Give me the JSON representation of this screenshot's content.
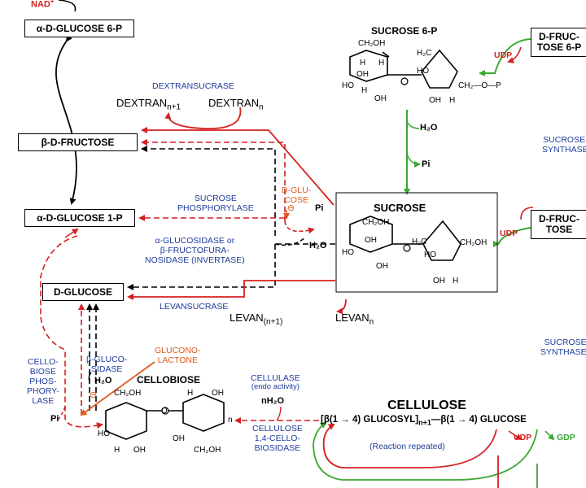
{
  "boxes": {
    "glucose6p": "α-D-GLUCOSE 6-P",
    "fructose": "β-D-FRUCTOSE",
    "glucose1p": "α-D-GLUCOSE 1-P",
    "dglucose": "D-GLUCOSE",
    "fructose6p_l1": "D-FRUC-",
    "fructose6p_l2": "TOSE 6-P",
    "fructose_l1": "D-FRUC-",
    "fructose_l2": "TOSE"
  },
  "molecules": {
    "sucrose6p": "SUCROSE 6-P",
    "sucrose": "SUCROSE",
    "cellobiose": "CELLOBIOSE",
    "cellulose": "CELLULOSE",
    "dextran_n1": "DEXTRAN",
    "dextran_n1_sub": "n+1",
    "dextran_n": "DEXTRAN",
    "dextran_n_sub": "n",
    "levan_n1": "LEVAN",
    "levan_n1_sub": "(n+1)",
    "levan_n": "LEVAN",
    "levan_n_sub": "n",
    "cellulose_formula": "[β(1 → 4) GLUCOSYL]",
    "cellulose_formula_sub": "n+1",
    "cellulose_formula_tail": "—β(1 → 4) GLUCOSE",
    "subscript_n": "n"
  },
  "enzymes": {
    "dextransucrase": "DEXTRANSUCRASE",
    "sucrose_phosphorylase_l1": "SUCROSE",
    "sucrose_phosphorylase_l2": "PHOSPHORYLASE",
    "invertase_l1": "α-GLUCOSIDASE or",
    "invertase_l2": "β-FRUCTOFURA-",
    "invertase_l3": "NOSIDASE (INVERTASE)",
    "levansucrase": "LEVANSUCRASE",
    "cellobiose_phosphorylase_l1": "CELLO-",
    "cellobiose_phosphorylase_l2": "BIOSE",
    "cellobiose_phosphorylase_l3": "PHOS-",
    "cellobiose_phosphorylase_l4": "PHORY-",
    "cellobiose_phosphorylase_l5": "LASE",
    "glucosidase_l1": "β-GLUCO-",
    "glucosidase_l2": "SIDASE",
    "cellulase_l1": "CELLULASE",
    "cellulase_l2": "(endo activity)",
    "biosidase_l1": "CELLULOSE",
    "biosidase_l2": "1,4-CELLO-",
    "biosidase_l3": "BIOSIDASE",
    "sucrose_synthase_top_l1": "SUCROSE-",
    "sucrose_synthase_top_l2": "SYNTHASE",
    "sucrose_synthase_mid_l1": "SUCROSE",
    "sucrose_synthase_mid_l2": "SYNTHASE",
    "reaction_repeated": "(Reaction repeated)"
  },
  "inhibitors": {
    "glucose_l1": "D-GLU-",
    "glucose_l2": "COSE",
    "gluconolactone_l1": "GLUCONO-",
    "gluconolactone_l2": "LACTONE",
    "minus": "⊖"
  },
  "cofactors": {
    "nad": "NAD",
    "nad_sup": "+",
    "h2o_sucrose6p": "H₂O",
    "pi_sucrose6p": "Pi",
    "pi_phosphorylase": "Pi",
    "h2o_invertase": "H₂O",
    "h2o_glucosidase": "H₂O",
    "pi_cellobiose": "Pi",
    "nh2o_cellulase": "nH₂O",
    "udp_top": "UDP",
    "udp_mid": "UDP",
    "udp_bottom": "UDP",
    "gdp_bottom": "GDP"
  },
  "ring_atoms": {
    "ch2oh": "CH₂OH",
    "h": "H",
    "oh": "OH",
    "ho": "HO",
    "o": "O",
    "h2c": "H₂C",
    "ch2op": "CH₂—O—P"
  },
  "colors": {
    "red": "#d42020",
    "green": "#3aa832",
    "blue": "#1e3c9c",
    "orange": "#e05a1a",
    "black": "#000000"
  }
}
